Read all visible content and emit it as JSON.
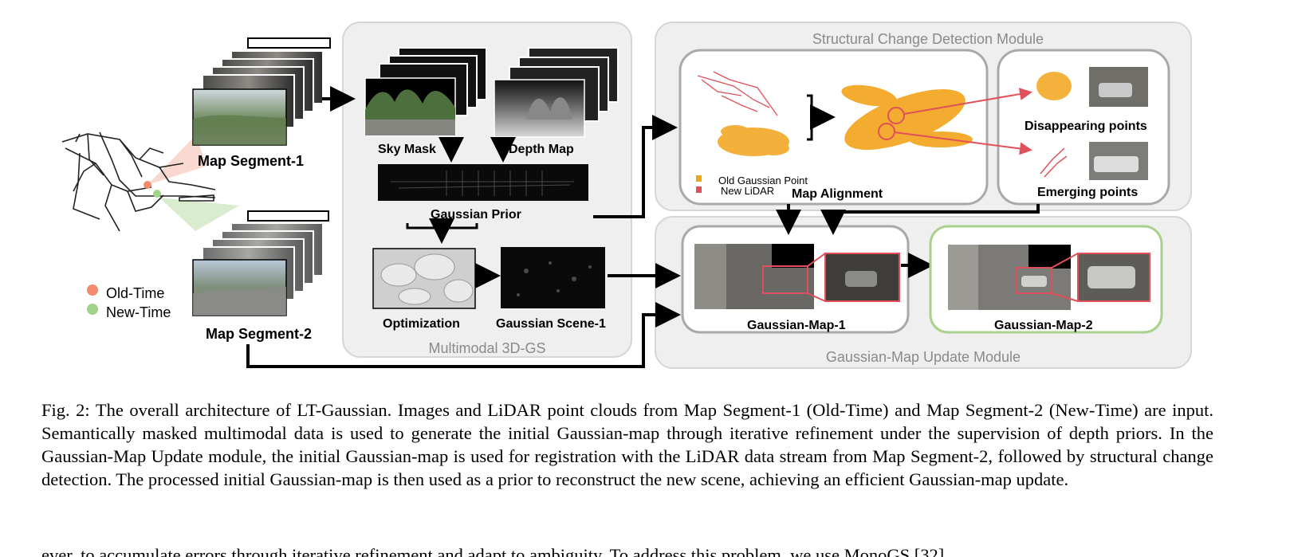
{
  "figure": {
    "labels": {
      "map_segment_1": "Map Segment-1",
      "map_segment_2": "Map Segment-2",
      "sky_mask": "Sky Mask",
      "depth_map": "Depth Map",
      "gaussian_prior": "Gaussian Prior",
      "optimization": "Optimization",
      "gaussian_scene_1": "Gaussian Scene-1",
      "multimodal_3dgs": "Multimodal 3D-GS",
      "structural_change_module": "Structural Change Detection Module",
      "map_alignment": "Map Alignment",
      "old_gaussian_point": "Old  Gaussian Point",
      "new_lidar": "New LiDAR",
      "disappearing_points": "Disappearing points",
      "emerging_points": "Emerging points",
      "gaussian_map_1": "Gaussian-Map-1",
      "gaussian_map_2": "Gaussian-Map-2",
      "gaussian_map_update_module": "Gaussian-Map Update Module"
    },
    "legend": {
      "old_time": "Old-Time",
      "new_time": "New-Time"
    },
    "colors": {
      "old_time": "#f08c6c",
      "new_time": "#9fd38a",
      "module_bg": "#efefef",
      "module_border": "#d9d9d9",
      "inner_border": "#a9a9a9",
      "green_border": "#a9d18e",
      "red_accent": "#e0505a",
      "orange_points": "#f2a31a"
    }
  },
  "caption": {
    "text": "Fig. 2: The overall architecture of LT-Gaussian. Images and LiDAR point clouds from Map Segment-1 (Old-Time) and Map Segment-2 (New-Time) are input. Semantically masked multimodal data is used to generate the initial Gaussian-map through iterative refinement under the supervision of depth priors. In the Gaussian-Map Update module, the initial Gaussian-map is used for registration with the LiDAR data stream from Map Segment-2, followed by structural change detection. The processed initial Gaussian-map is then used as a prior to reconstruct the new scene, achieving an efficient Gaussian-map update."
  },
  "body_text_cutoff": "ever, to accumulate errors through iterative refinement and adapt to ambiguity. To address this problem, we use MonoGS [32]"
}
